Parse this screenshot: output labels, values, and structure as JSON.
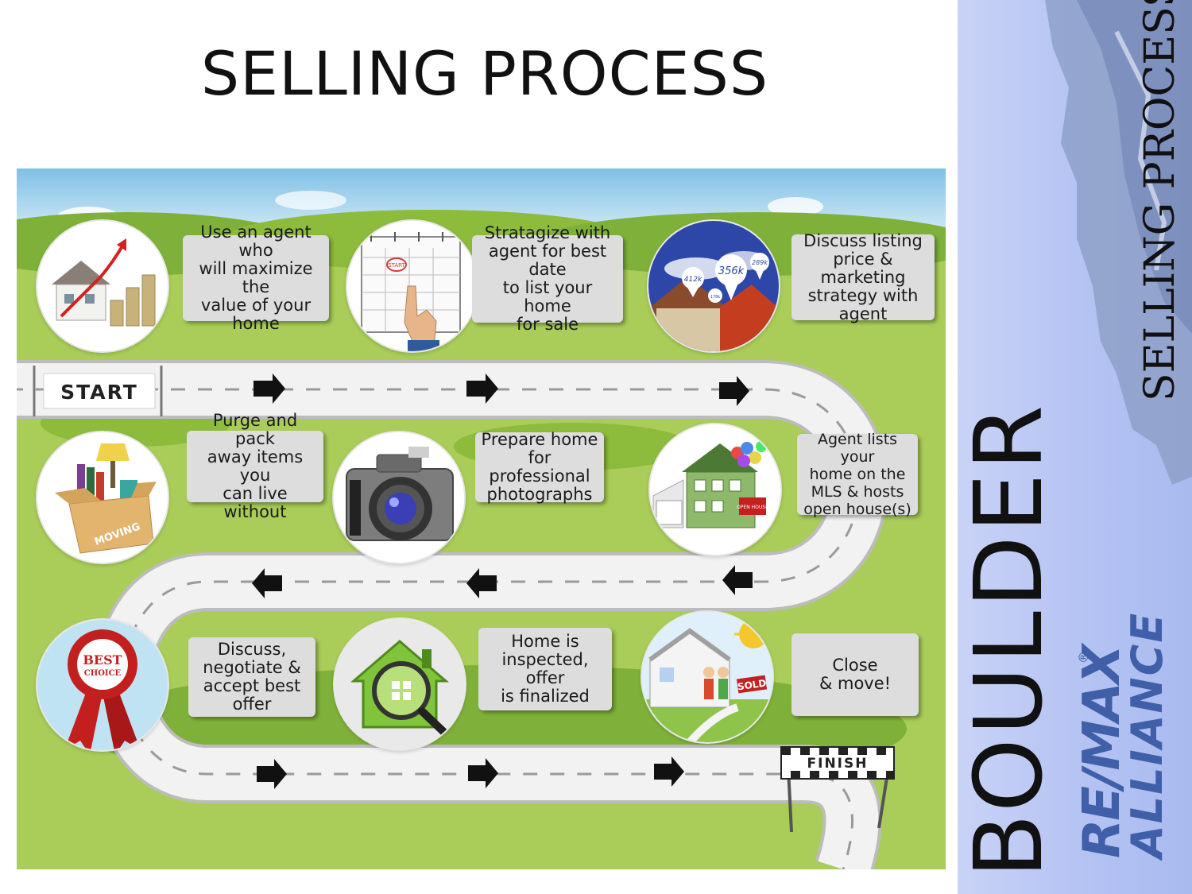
{
  "title": "SELLING PROCESS",
  "board": {
    "start_label": "START",
    "finish_label": "FINISH",
    "steps": [
      {
        "text": "Use an agent who\nwill maximize the\nvalue of your\nhome",
        "icon": "house-value-icon"
      },
      {
        "text": "Stratagize with\nagent for best date\nto list your home\nfor sale",
        "icon": "calendar-icon",
        "calendar_mark": "START"
      },
      {
        "text": "Discuss listing\nprice & marketing\nstrategy with\nagent",
        "icon": "price-pins-icon",
        "price_tags": [
          "412k",
          "356k",
          "289k",
          "178k"
        ]
      },
      {
        "text": "Purge and pack\naway items you\ncan live without",
        "icon": "moving-box-icon",
        "box_label": "MOVING"
      },
      {
        "text": "Prepare home\nfor professional\nphotographs",
        "icon": "camera-icon"
      },
      {
        "text": "Agent lists your\nhome on the\nMLS & hosts\nopen house(s)",
        "icon": "open-house-icon",
        "sign_label": "OPEN HOUSE"
      },
      {
        "text": "Discuss,\nnegotiate &\naccept best\noffer",
        "icon": "best-choice-ribbon-icon",
        "ribbon_lines": [
          "BEST",
          "CHOICE"
        ]
      },
      {
        "text": "Home is\ninspected, offer\nis finalized",
        "icon": "inspection-icon"
      },
      {
        "text": "Close\n& move!",
        "icon": "sold-home-icon",
        "sign_label": "SOLD"
      }
    ]
  },
  "sidebar": {
    "city": "BOULDER",
    "heading": "SELLING PROCESS",
    "logo_line1": "RE/MAX",
    "logo_line2": "ALLIANCE",
    "logo_mark": "®"
  },
  "colors": {
    "grass": "#a9cd58",
    "grass_dark": "#8dbb3c",
    "road": "#f2f2f2",
    "sky": "#a8d6ef",
    "sidebar": "#b6c4f3",
    "logo": "#3f5fa8"
  }
}
